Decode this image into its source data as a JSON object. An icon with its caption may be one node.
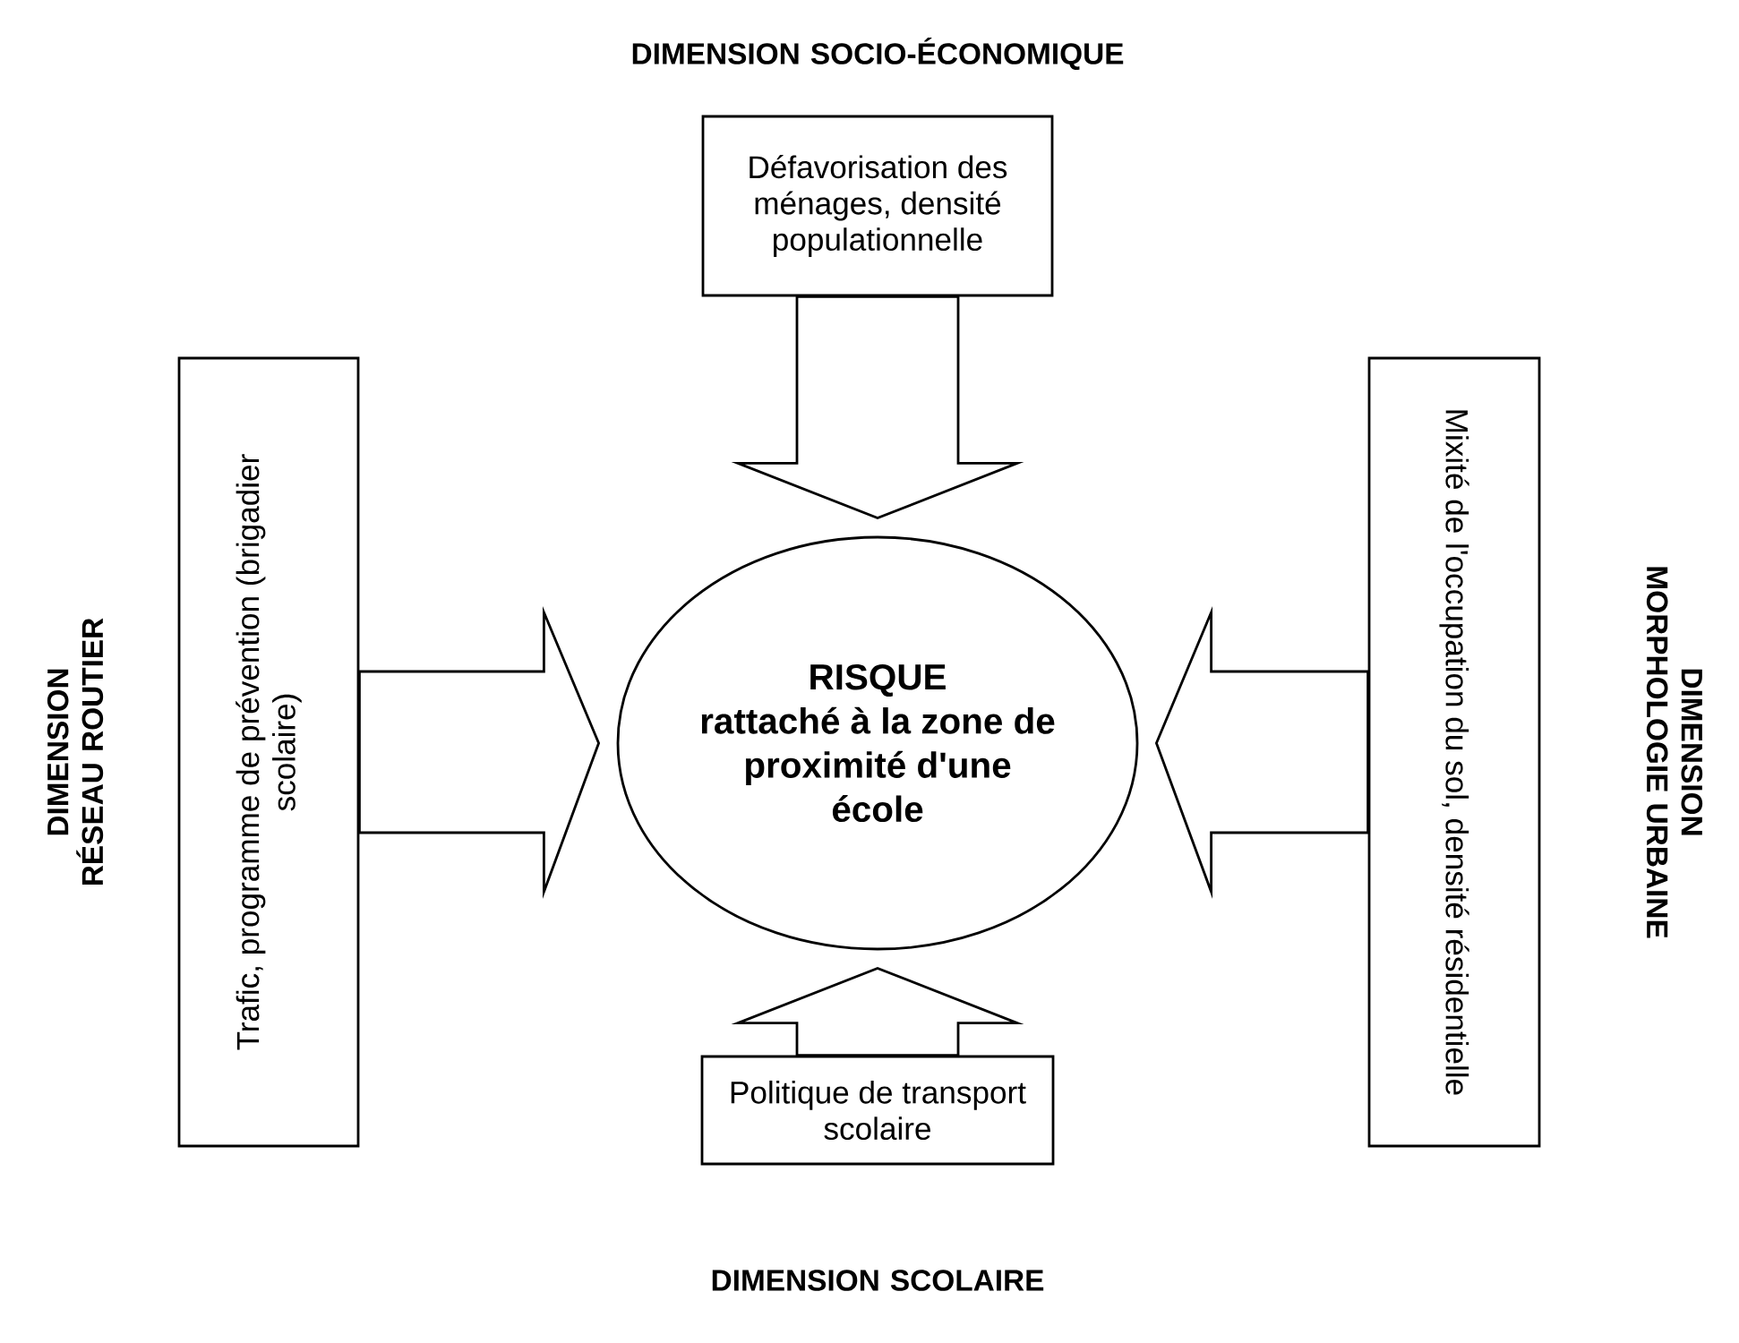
{
  "diagram": {
    "nodes": [
      {
        "text": [
          "DIMENSION SOCIO-ÉCONOMIQUE",
          "Défavorisation des ménages, densité populationnelle"
        ]
      },
      {
        "text": [
          "DIMENSION RÉSEAU ROUTIER",
          "Trafic, programme de prévention (brigadier scolaire)"
        ]
      },
      {
        "text": [
          "RISQUE",
          "rattaché à la zone de proximité d'une école"
        ]
      },
      {
        "text": [
          "DIMENSION MORPHOLOGIE URBAINE",
          "Mixité de l'occupation du sol, densité résidentielle"
        ]
      },
      {
        "text": [
          "Politique de transport scolaire",
          "DIMENSION SCOLAIRE"
        ]
      }
    ],
    "edges": [
      {
        "from": 0,
        "to": 2,
        "arrow": "to"
      },
      {
        "from": 1,
        "to": 2,
        "arrow": "to"
      },
      {
        "from": 3,
        "to": 2,
        "arrow": "to"
      },
      {
        "from": 4,
        "to": 2,
        "arrow": "to"
      }
    ]
  }
}
